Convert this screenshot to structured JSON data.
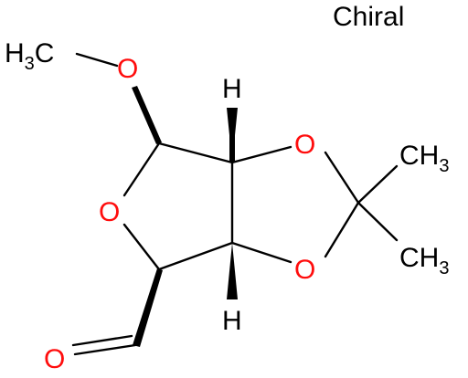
{
  "chiral_label": "Chiral",
  "colors": {
    "oxygen": "#ff0d0d",
    "carbon": "#000000"
  },
  "atoms": {
    "methoxy_group": {
      "main": "H",
      "subscript": "3",
      "tail": "C"
    },
    "methoxy_oxygen": "O",
    "ring_oxygen": "O",
    "dioxolane_oxygen_top": "O",
    "dioxolane_oxygen_bottom": "O",
    "aldehyde_oxygen": "O",
    "hydrogen_top": "H",
    "hydrogen_bottom": "H",
    "methyl_top": {
      "main": "CH",
      "subscript": "3"
    },
    "methyl_bottom": {
      "main": "CH",
      "subscript": "3"
    }
  }
}
